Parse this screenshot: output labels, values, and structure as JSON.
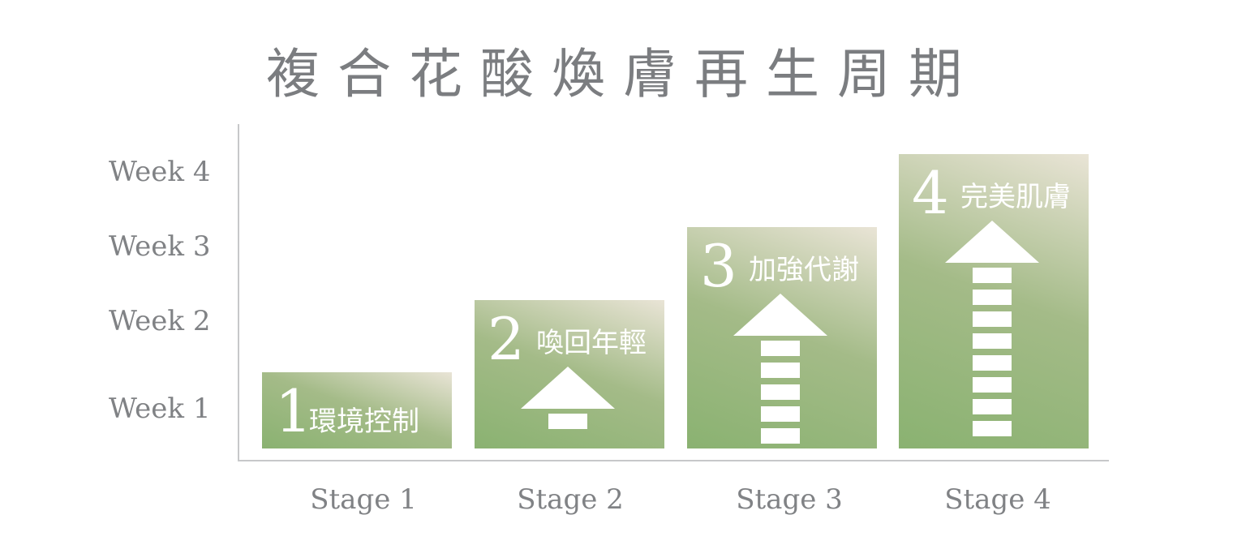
{
  "title": "複合花酸煥膚再生周期",
  "chart_data": {
    "type": "bar",
    "categories": [
      "Stage 1",
      "Stage 2",
      "Stage 3",
      "Stage 4"
    ],
    "y_tick_labels": [
      "Week 1",
      "Week 2",
      "Week 3",
      "Week 4"
    ],
    "values": [
      1,
      2,
      3,
      4
    ],
    "bar_labels": [
      {
        "num": "1",
        "text": "環境控制"
      },
      {
        "num": "2",
        "text": "喚回年輕"
      },
      {
        "num": "3",
        "text": "加強代謝"
      },
      {
        "num": "4",
        "text": "完美肌膚"
      }
    ],
    "ylim": [
      0,
      4.2
    ],
    "grid": false,
    "colors": {
      "bar_dark": "#8ab271",
      "bar_light": "#e9e4d6",
      "text": "#808285",
      "axis": "#c7c8ca"
    }
  }
}
